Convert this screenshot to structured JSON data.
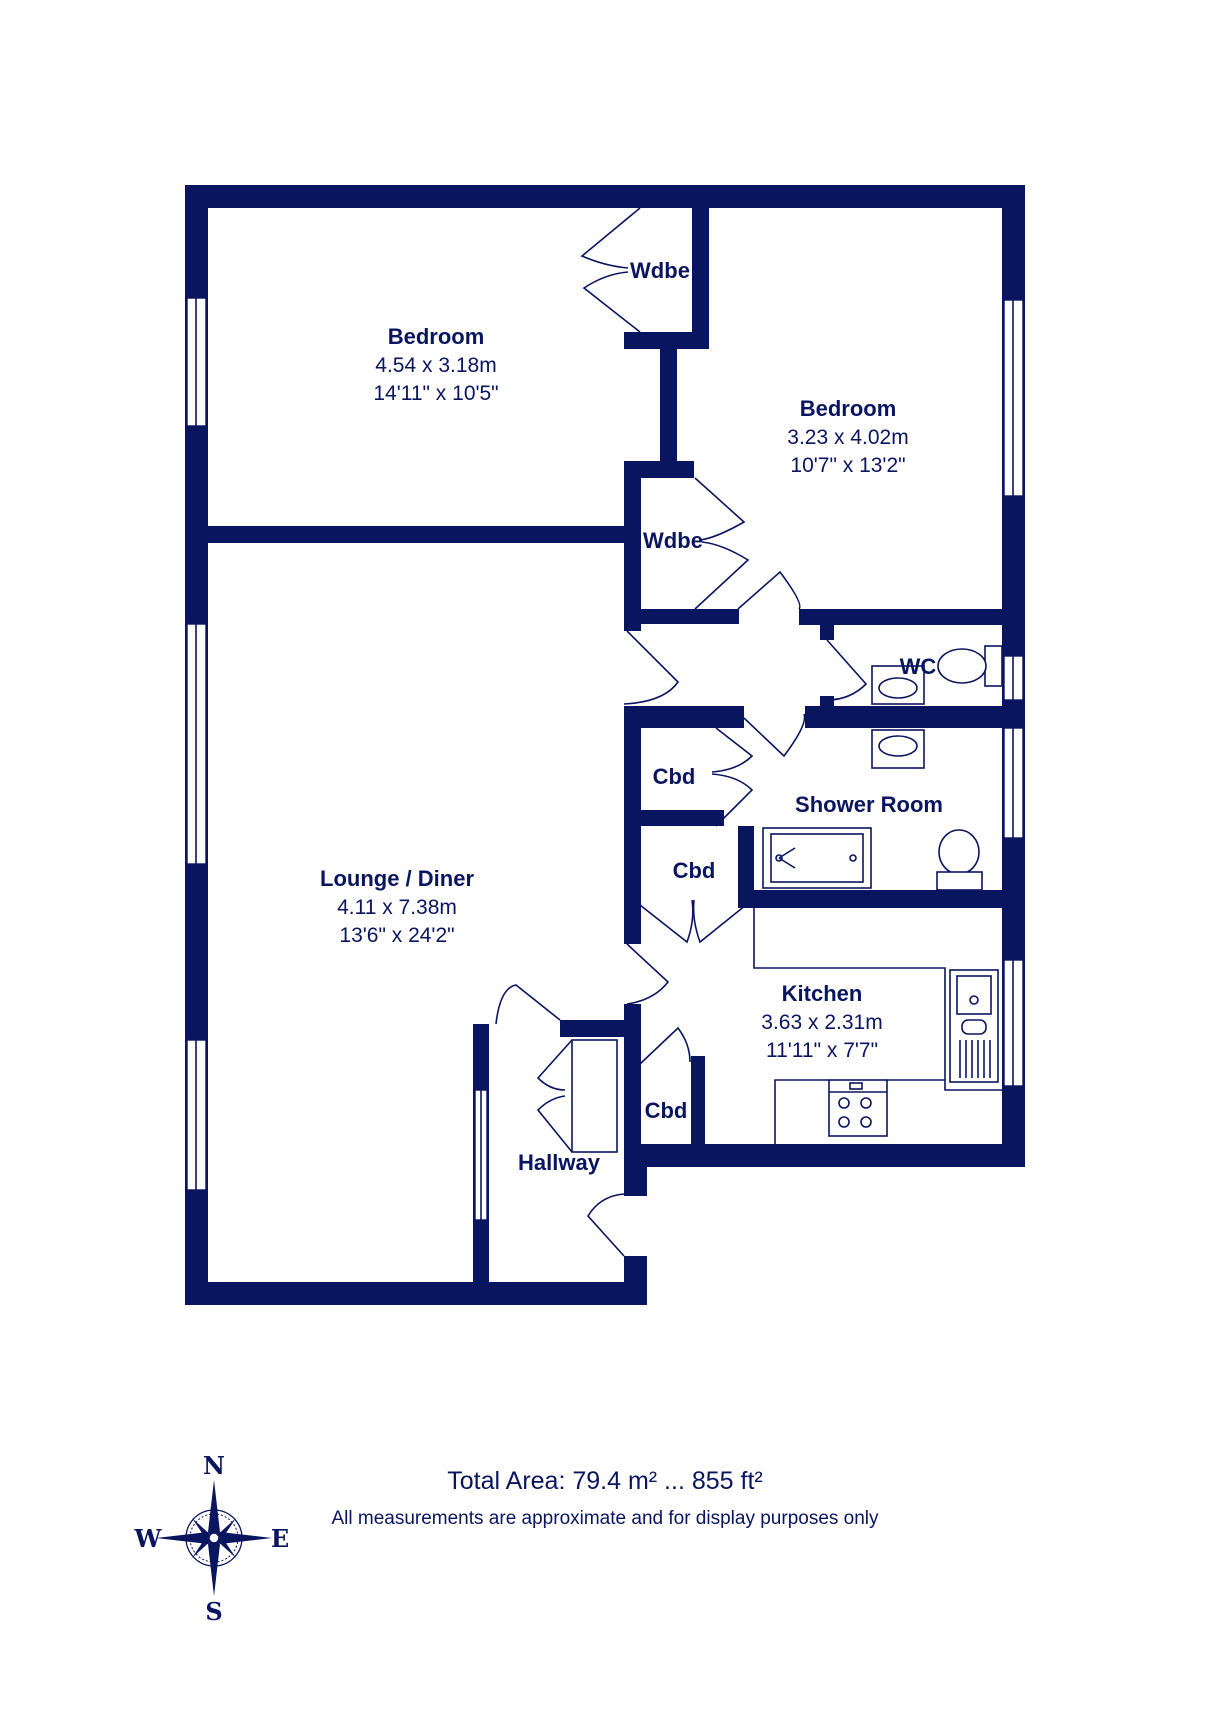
{
  "rooms": {
    "bedroom1": {
      "name": "Bedroom",
      "metric": "4.54 x 3.18m",
      "imperial": "14'11\" x 10'5\""
    },
    "bedroom2": {
      "name": "Bedroom",
      "metric": "3.23 x 4.02m",
      "imperial": "10'7\" x 13'2\""
    },
    "lounge": {
      "name": "Lounge / Diner",
      "metric": "4.11 x 7.38m",
      "imperial": "13'6\" x 24'2\""
    },
    "kitchen": {
      "name": "Kitchen",
      "metric": "3.63 x 2.31m",
      "imperial": "11'11\" x 7'7\""
    },
    "shower": {
      "name": "Shower Room"
    },
    "wc": {
      "name": "WC"
    },
    "hallway": {
      "name": "Hallway"
    },
    "wdbe1": {
      "name": "Wdbe"
    },
    "wdbe2": {
      "name": "Wdbe"
    },
    "cbd1": {
      "name": "Cbd"
    },
    "cbd2": {
      "name": "Cbd"
    },
    "cbd3": {
      "name": "Cbd"
    }
  },
  "footer": {
    "total_area": "Total Area: 79.4 m² ... 855 ft²",
    "disclaimer": "All measurements are approximate and for display purposes only"
  },
  "compass": {
    "n": "N",
    "e": "E",
    "s": "S",
    "w": "W"
  },
  "colors": {
    "wall": "#0a1560",
    "background": "#ffffff"
  }
}
